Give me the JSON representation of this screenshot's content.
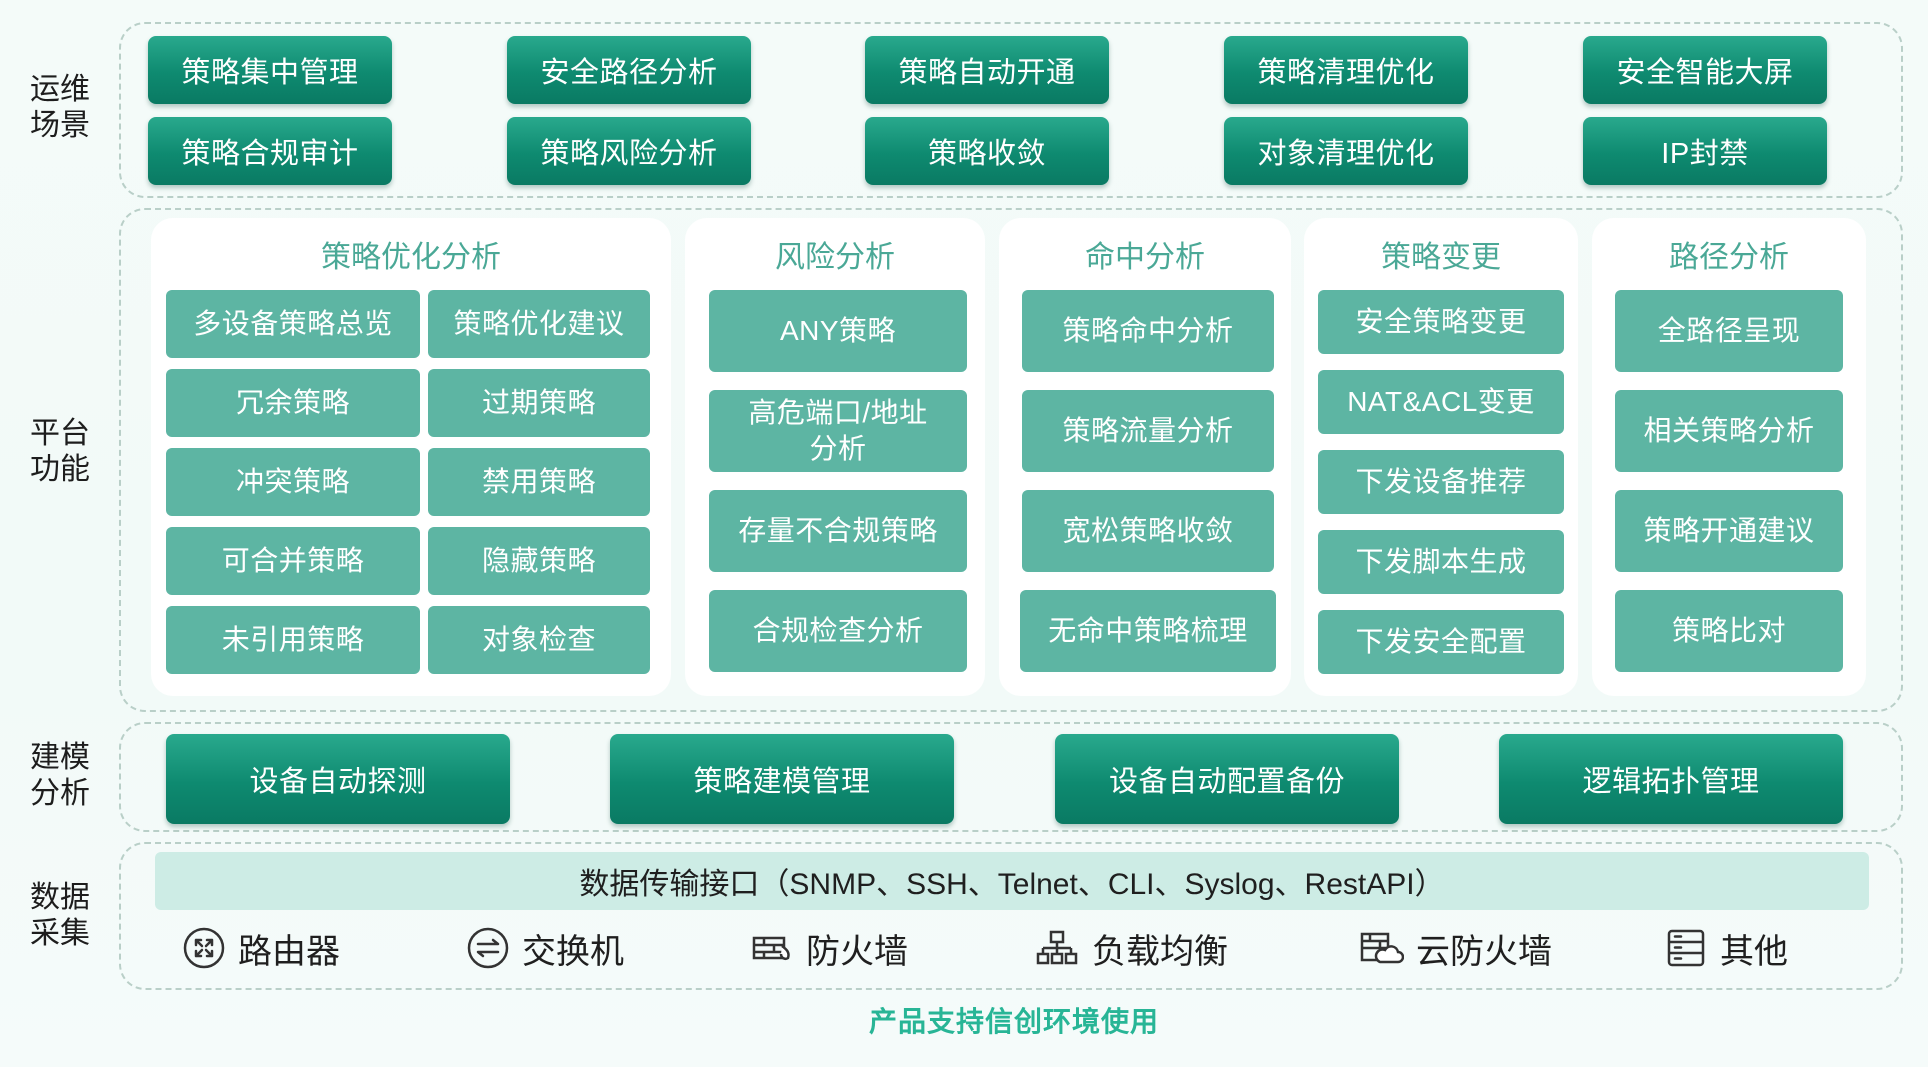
{
  "labels": {
    "ops": [
      "运维",
      "场景"
    ],
    "plat": [
      "平台",
      "功能"
    ],
    "model": [
      "建模",
      "分析"
    ],
    "data": [
      "数据",
      "采集"
    ]
  },
  "ops_scenes": [
    [
      "策略集中管理",
      "策略合规审计"
    ],
    [
      "安全路径分析",
      "策略风险分析"
    ],
    [
      "策略自动开通",
      "策略收敛"
    ],
    [
      "策略清理优化",
      "对象清理优化"
    ],
    [
      "安全智能大屏",
      "IP封禁"
    ]
  ],
  "panels": {
    "optimize": {
      "title": "策略优化分析",
      "left": [
        "多设备策略总览",
        "冗余策略",
        "冲突策略",
        "可合并策略",
        "未引用策略"
      ],
      "right": [
        "策略优化建议",
        "过期策略",
        "禁用策略",
        "隐藏策略",
        "对象检查"
      ]
    },
    "risk": {
      "title": "风险分析",
      "items": [
        "ANY策略",
        "高危端口/地址分析",
        "存量不合规策略",
        "合规检查分析"
      ]
    },
    "hit": {
      "title": "命中分析",
      "items": [
        "策略命中分析",
        "策略流量分析",
        "宽松策略收敛",
        "无命中策略梳理"
      ]
    },
    "change": {
      "title": "策略变更",
      "items": [
        "安全策略变更",
        "NAT&ACL变更",
        "下发设备推荐",
        "下发脚本生成",
        "下发安全配置"
      ]
    },
    "path": {
      "title": "路径分析",
      "items": [
        "全路径呈现",
        "相关策略分析",
        "策略开通建议",
        "策略比对"
      ]
    }
  },
  "modeling": [
    "设备自动探测",
    "策略建模管理",
    "设备自动配置备份",
    "逻辑拓扑管理"
  ],
  "data_interface": "数据传输接口（SNMP、SSH、Telnet、CLI、Syslog、RestAPI）",
  "devices": [
    {
      "label": "路由器",
      "icon": "router-icon"
    },
    {
      "label": "交换机",
      "icon": "switch-icon"
    },
    {
      "label": "防火墙",
      "icon": "firewall-icon"
    },
    {
      "label": "负载均衡",
      "icon": "load-balancer-icon"
    },
    {
      "label": "云防火墙",
      "icon": "cloud-firewall-icon"
    },
    {
      "label": "其他",
      "icon": "server-icon"
    }
  ],
  "footer": "产品支持信创环境使用",
  "colors": {
    "dark_button": "#0e8a70",
    "light_button": "#5db5a3",
    "panel_title": "#4aa896",
    "interface_bar": "#cdece5",
    "footer": "#28b596"
  }
}
